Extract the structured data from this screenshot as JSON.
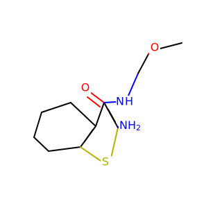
{
  "colors": {
    "background": "#ffffff",
    "carbon_bond": "#000000",
    "oxygen": "#ff0000",
    "nitrogen": "#0000ff",
    "sulfur": "#b2b200"
  },
  "labels": {
    "carbonyl_oxygen": "O",
    "amide_nitrogen": "N",
    "amide_hydrogen": "H",
    "ether_oxygen": "O",
    "amino_group": "NH",
    "amino_subscript": "2",
    "sulfur": "S"
  }
}
